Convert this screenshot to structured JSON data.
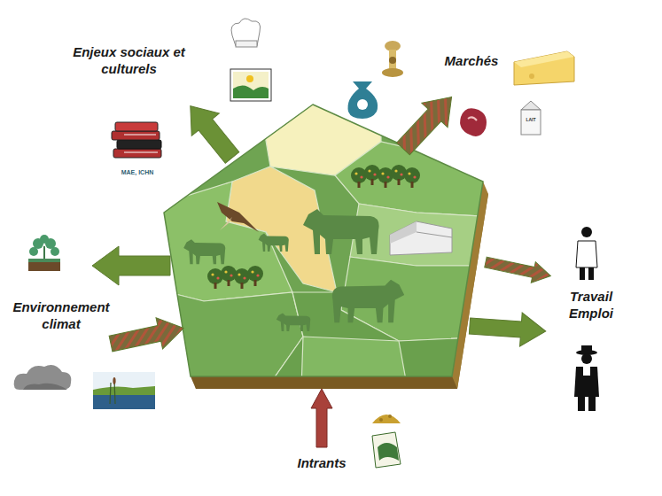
{
  "diagram": {
    "labels": [
      "Enjeux sociaux et culturels",
      "MAE, ICHN",
      "Marchés",
      "LAIT",
      "Environnement climat",
      "Travail Emploi",
      "Intrants"
    ]
  }
}
